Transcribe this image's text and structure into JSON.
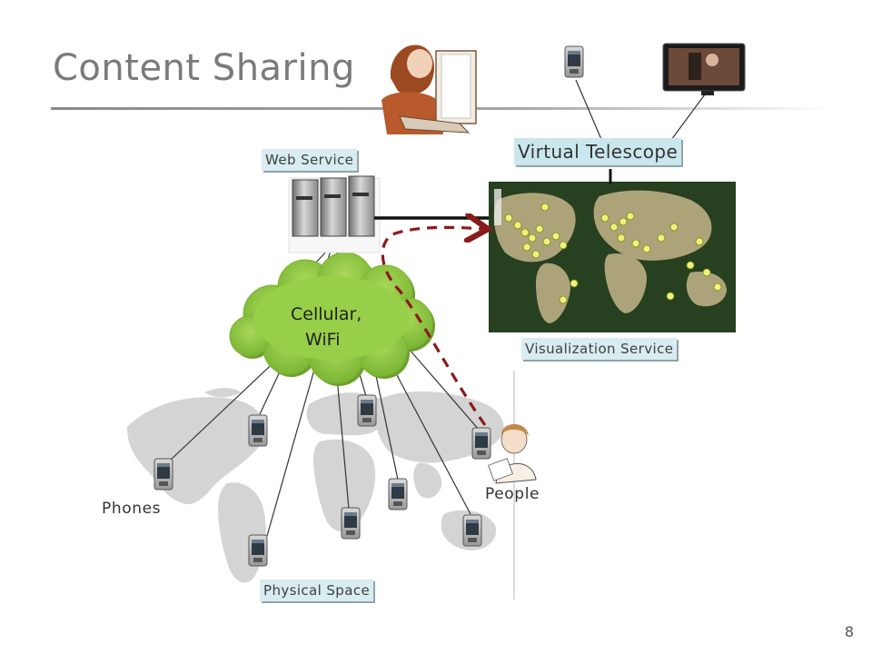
{
  "slide": {
    "title": "Content Sharing",
    "page_number": "8"
  },
  "labels": {
    "web_service": "Web Service",
    "virtual_telescope": "Virtual Telescope",
    "visualization_service": "Visualization Service",
    "cloud_line1": "Cellular,",
    "cloud_line2": "WiFi",
    "phones": "Phones",
    "people": "People",
    "physical_space": "Physical Space"
  },
  "colors": {
    "title": "#7a7a7a",
    "tag_fill": "#d8ecf1",
    "cloud": "#8cc63f",
    "dashed_arrow": "#8b1a1a"
  }
}
